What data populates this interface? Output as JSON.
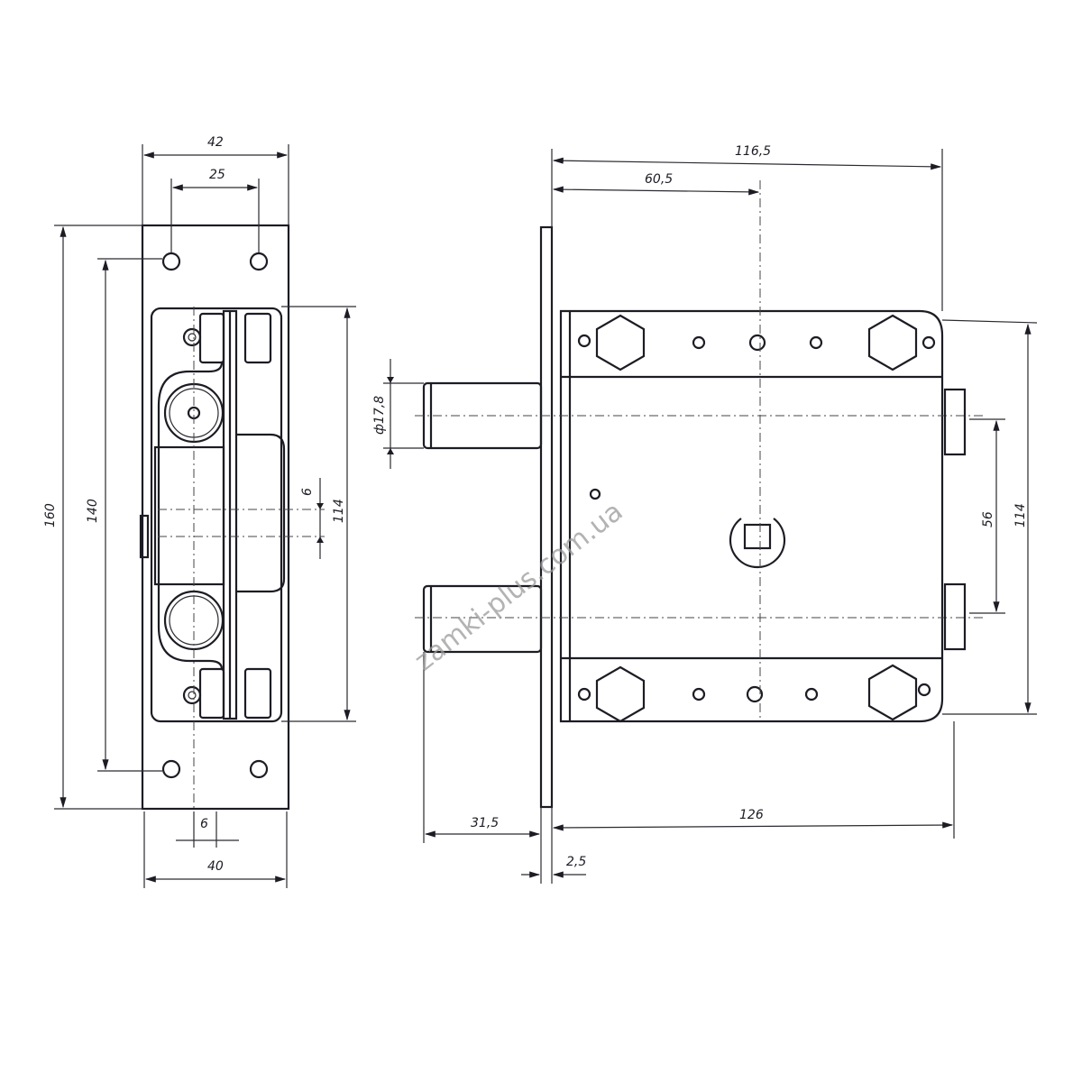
{
  "watermark": "zamki-plus.com.ua",
  "side_view": {
    "dim_overall_width": "42",
    "dim_hole_spacing_top": "25",
    "dim_overall_height": "160",
    "dim_hole_spacing_vertical": "140",
    "dim_frame_height": "114",
    "dim_offset": "6",
    "dim_bottom_offset": "6",
    "dim_bottom_width": "40"
  },
  "front_view": {
    "dim_body_length": "116,5",
    "dim_spindle_position": "60,5",
    "dim_bolt_diameter": "ф17,8",
    "dim_bolt_spacing": "56",
    "dim_body_height": "114",
    "dim_bolt_projection": "31,5",
    "dim_total_length": "126",
    "dim_plate_thickness": "2,5"
  }
}
